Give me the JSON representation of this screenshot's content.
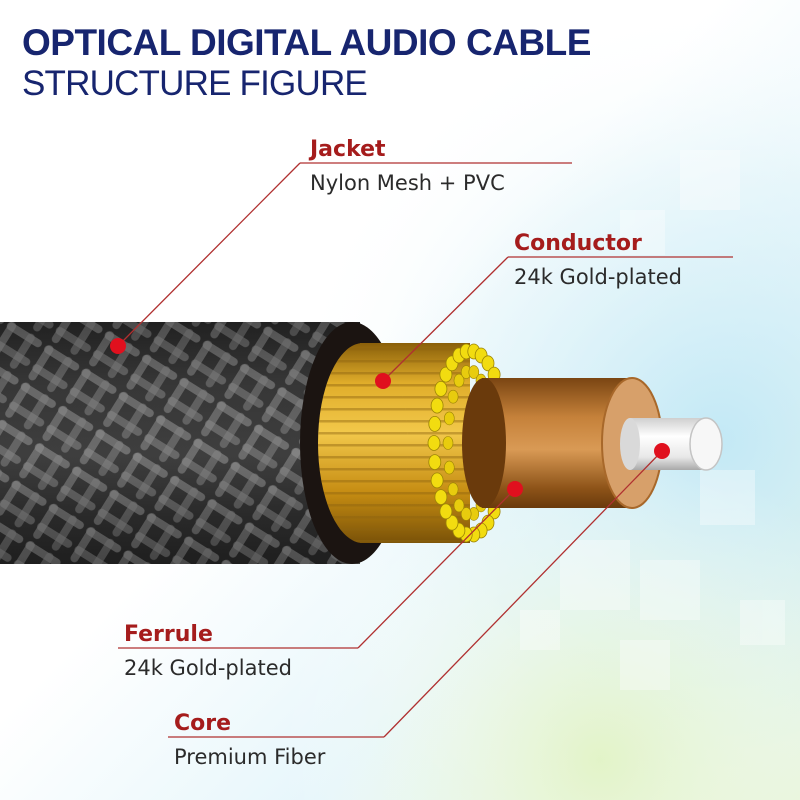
{
  "title": "OPTICAL DIGITAL AUDIO CABLE",
  "subtitle": "STRUCTURE FIGURE",
  "parts": {
    "jacket": {
      "label": "Jacket",
      "desc": "Nylon Mesh + PVC"
    },
    "conductor": {
      "label": "Conductor",
      "desc": "24k Gold-plated"
    },
    "ferrule": {
      "label": "Ferrule",
      "desc": "24k Gold-plated"
    },
    "core": {
      "label": "Core",
      "desc": "Premium Fiber"
    }
  },
  "colors": {
    "title": "#17256f",
    "callout_label": "#a51c1c",
    "callout_line": "#b03030",
    "marker_dot": "#e0101e",
    "braid": "#3a3a3a",
    "conductor_gold": "#d9a516",
    "strand_yellow": "#f2dc10",
    "ferrule_brown": "#c07a32",
    "core_white": "#f2f2f2"
  }
}
